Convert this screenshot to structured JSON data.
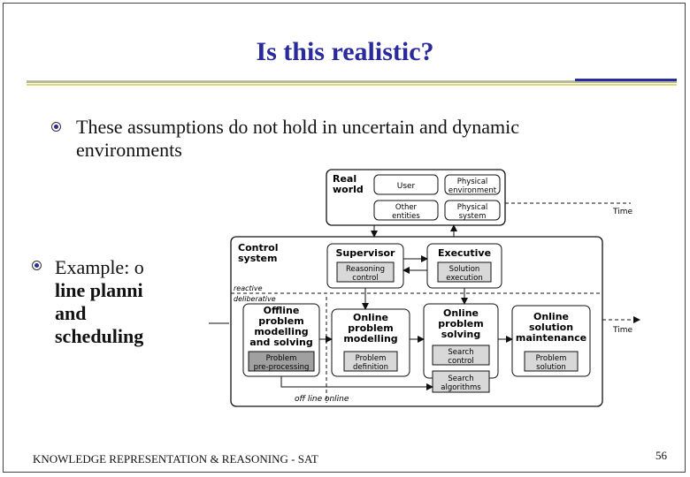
{
  "slide": {
    "title": "Is this realistic?",
    "bullets": [
      {
        "line1": "These assumptions do not hold in uncertain and dynamic",
        "line2": "environments"
      },
      {
        "lines": [
          "Example: o",
          "line planni",
          "and",
          "scheduling"
        ]
      }
    ],
    "footer": "KNOWLEDGE REPRESENTATION & REASONING - SAT",
    "page_number": "56"
  },
  "diagram": {
    "real_world": {
      "label_l1": "Real",
      "label_l2": "world",
      "user": "User",
      "physical_env_l1": "Physical",
      "physical_env_l2": "environment",
      "other_l1": "Other",
      "other_l2": "entities",
      "physical_sys_l1": "Physical",
      "physical_sys_l2": "system"
    },
    "time_top": "Time",
    "control": {
      "label_l1": "Control",
      "label_l2": "system",
      "supervisor": "Supervisor",
      "reasoning_l1": "Reasoning",
      "reasoning_l2": "control",
      "executive": "Executive",
      "solution_l1": "Solution",
      "solution_l2": "execution",
      "reactive": "reactive",
      "deliberative": "deliberative",
      "offline_l1": "Offline",
      "offline_l2": "problem",
      "offline_l3": "modelling",
      "offline_l4": "and solving",
      "pre_l1": "Problem",
      "pre_l2": "pre-processing",
      "opm_l1": "Online",
      "opm_l2": "problem",
      "opm_l3": "modelling",
      "def_l1": "Problem",
      "def_l2": "definition",
      "ops_l1": "Online",
      "ops_l2": "problem",
      "ops_l3": "solving",
      "sc_l1": "Search",
      "sc_l2": "control",
      "sa_l1": "Search",
      "sa_l2": "algorithms",
      "osm_l1": "Online",
      "osm_l2": "solution",
      "osm_l3": "maintenance",
      "ps_l1": "Problem",
      "ps_l2": "solution",
      "offline_online": "off line  online"
    },
    "time_bottom": "Time"
  }
}
